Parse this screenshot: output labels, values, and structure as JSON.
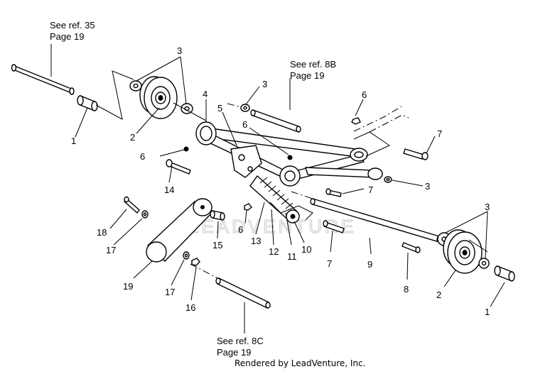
{
  "refs": {
    "ref35": {
      "line1": "See ref. 35",
      "line2": "Page 19"
    },
    "ref8b": {
      "line1": "See ref. 8B",
      "line2": "Page 19"
    },
    "ref8c": {
      "line1": "See ref. 8C",
      "line2": "Page 19"
    }
  },
  "callouts": {
    "c1a": "1",
    "c1b": "1",
    "c2a": "2",
    "c2b": "2",
    "c3a": "3",
    "c3b": "3",
    "c3c": "3",
    "c3d": "3",
    "c4": "4",
    "c5": "5",
    "c6a": "6",
    "c6b": "6",
    "c6c": "6",
    "c6d": "6",
    "c7a": "7",
    "c7b": "7",
    "c7c": "7",
    "c8": "8",
    "c9": "9",
    "c10": "10",
    "c11": "11",
    "c12": "12",
    "c13": "13",
    "c14": "14",
    "c15": "15",
    "c16": "16",
    "c17a": "17",
    "c17b": "17",
    "c18": "18",
    "c19": "19"
  },
  "watermark": "LEADVENTURE",
  "footer": "Rendered by LeadVenture, Inc."
}
